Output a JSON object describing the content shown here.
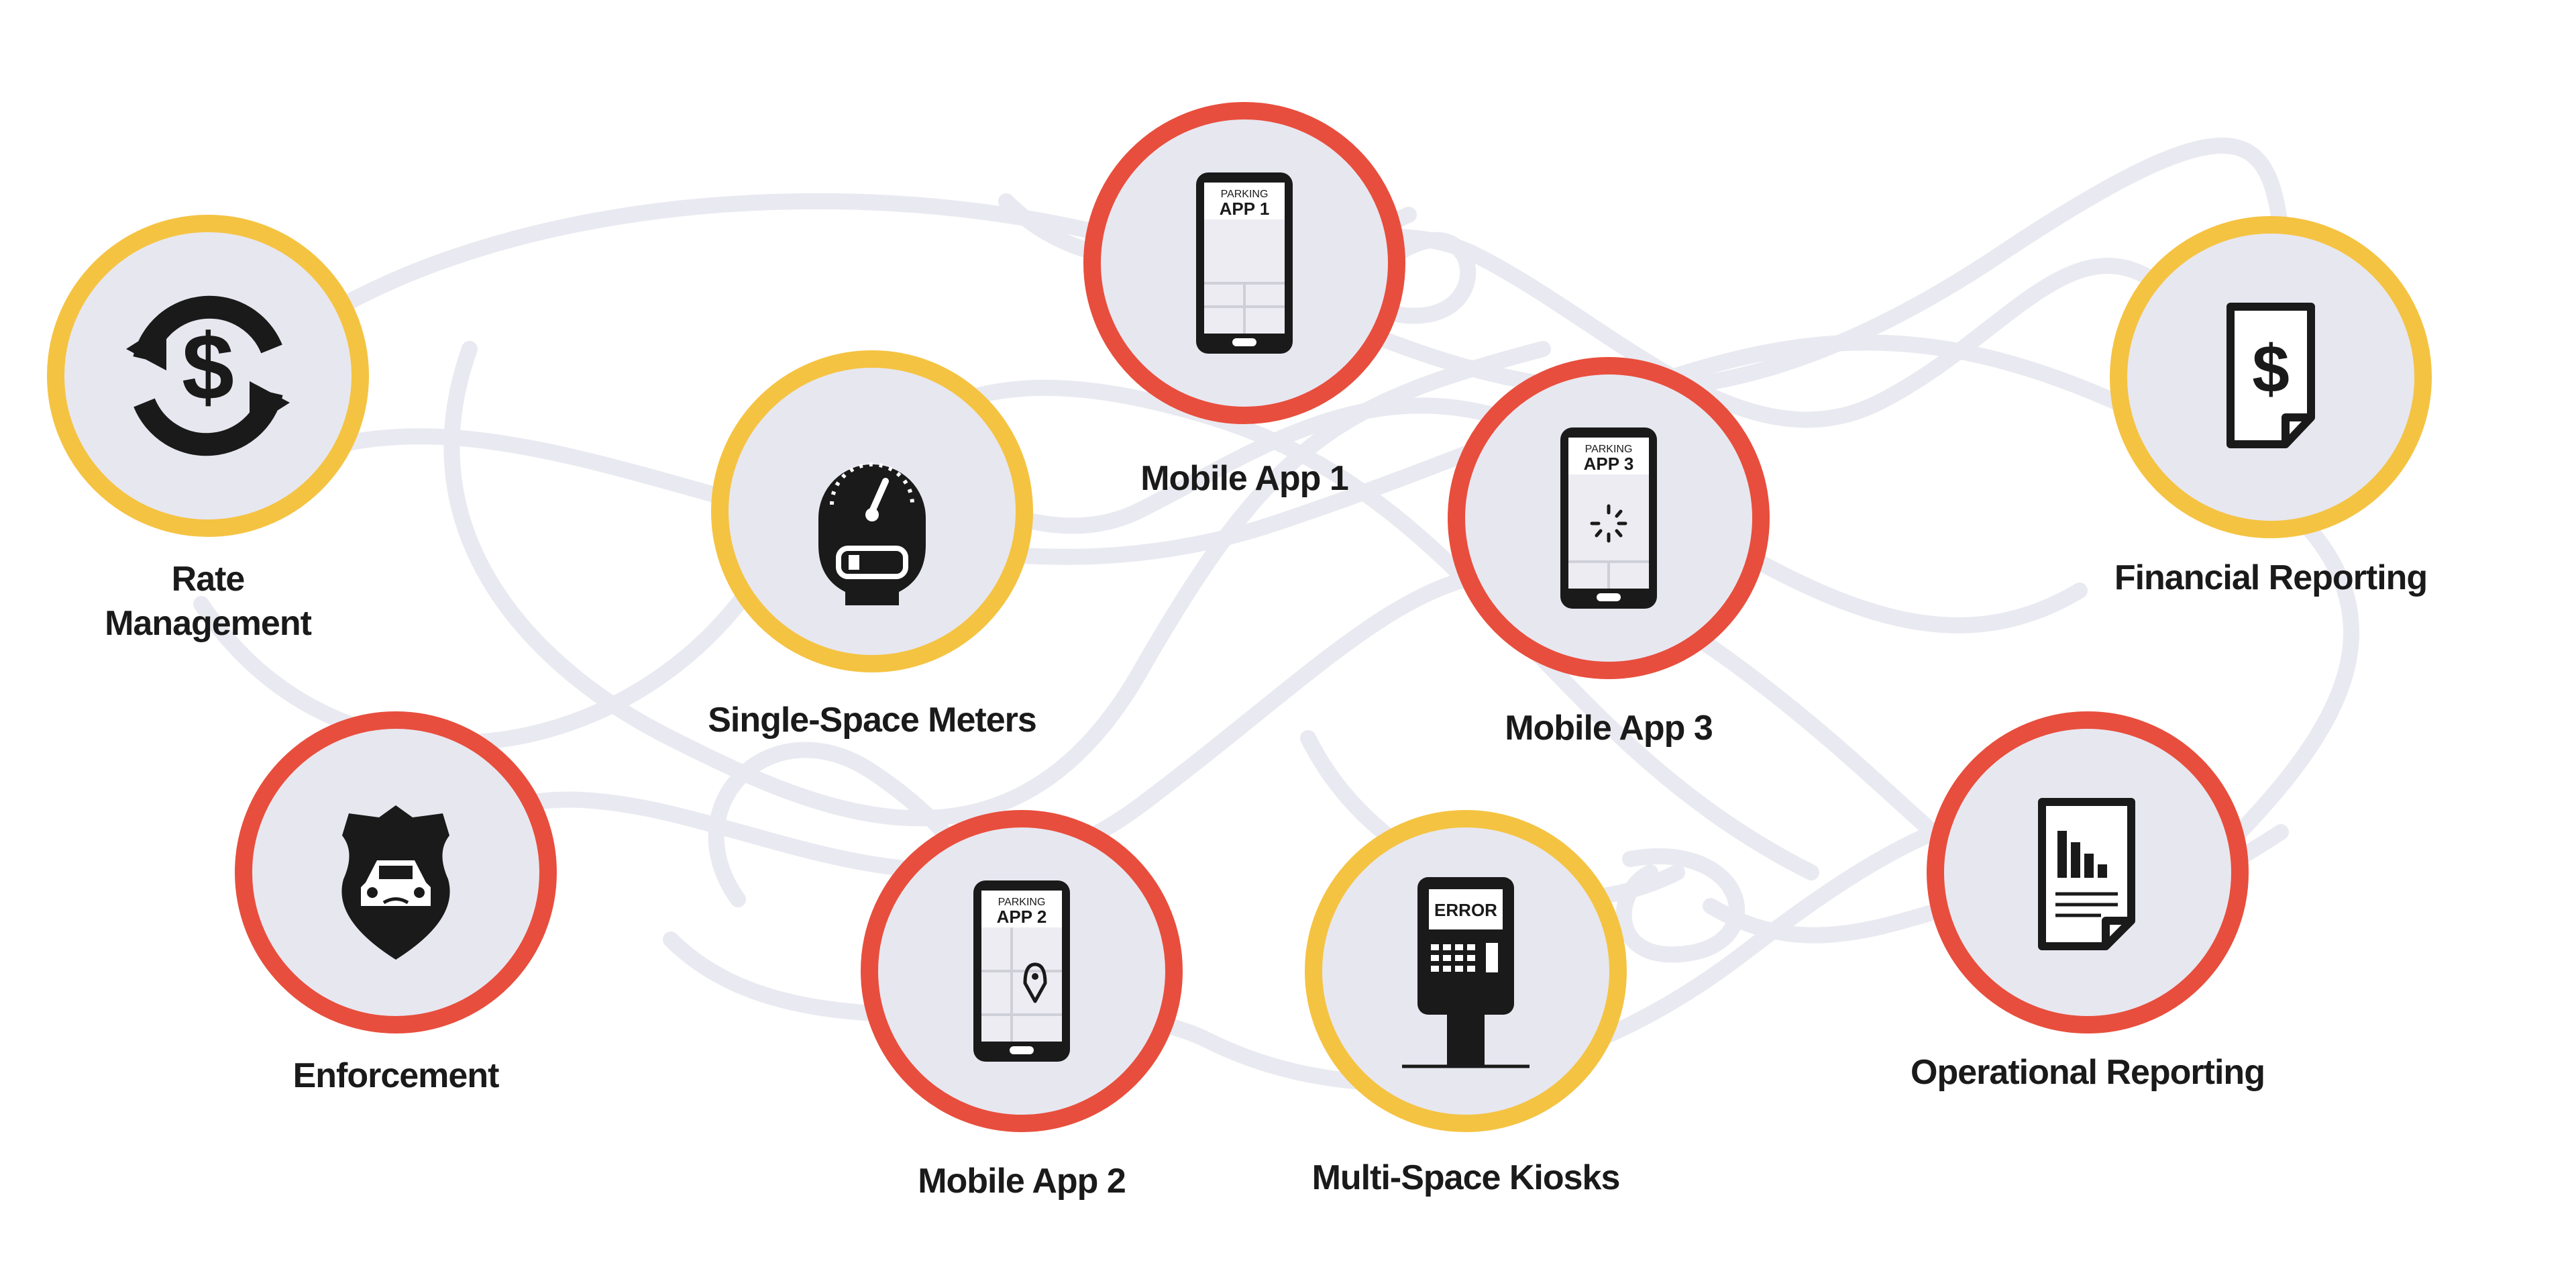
{
  "diagram": {
    "nodes": [
      {
        "id": "rate-management",
        "lines": [
          "Rate",
          "Management"
        ],
        "ring": "yellow",
        "icon": "dollar-refresh-icon"
      },
      {
        "id": "single-space-meters",
        "lines": [
          "Single-Space Meters"
        ],
        "ring": "yellow",
        "icon": "parking-meter-icon"
      },
      {
        "id": "mobile-app-1",
        "lines": [
          "Mobile App 1"
        ],
        "ring": "red",
        "icon": "phone-app-icon",
        "screen": [
          "PARKING",
          "APP 1"
        ]
      },
      {
        "id": "mobile-app-3",
        "lines": [
          "Mobile App 3"
        ],
        "ring": "red",
        "icon": "phone-loading-icon",
        "screen": [
          "PARKING",
          "APP 3"
        ]
      },
      {
        "id": "financial-reporting",
        "lines": [
          "Financial Reporting"
        ],
        "ring": "yellow",
        "icon": "dollar-document-icon"
      },
      {
        "id": "enforcement",
        "lines": [
          "Enforcement"
        ],
        "ring": "red",
        "icon": "police-badge-car-icon"
      },
      {
        "id": "mobile-app-2",
        "lines": [
          "Mobile App 2"
        ],
        "ring": "red",
        "icon": "phone-map-pin-icon",
        "screen": [
          "PARKING",
          "APP 2"
        ]
      },
      {
        "id": "multi-space-kiosks",
        "lines": [
          "Multi-Space Kiosks"
        ],
        "ring": "yellow",
        "icon": "kiosk-error-icon",
        "screen": [
          "ERROR"
        ]
      },
      {
        "id": "operational-reporting",
        "lines": [
          "Operational Reporting"
        ],
        "ring": "red",
        "icon": "bar-chart-document-icon"
      }
    ],
    "colors": {
      "red_ring": "#e84e3d",
      "yellow_ring": "#f5c342",
      "disc": "#e7e7f0",
      "tangle": "#e9e9f1",
      "ink": "#1a1a1a"
    }
  }
}
